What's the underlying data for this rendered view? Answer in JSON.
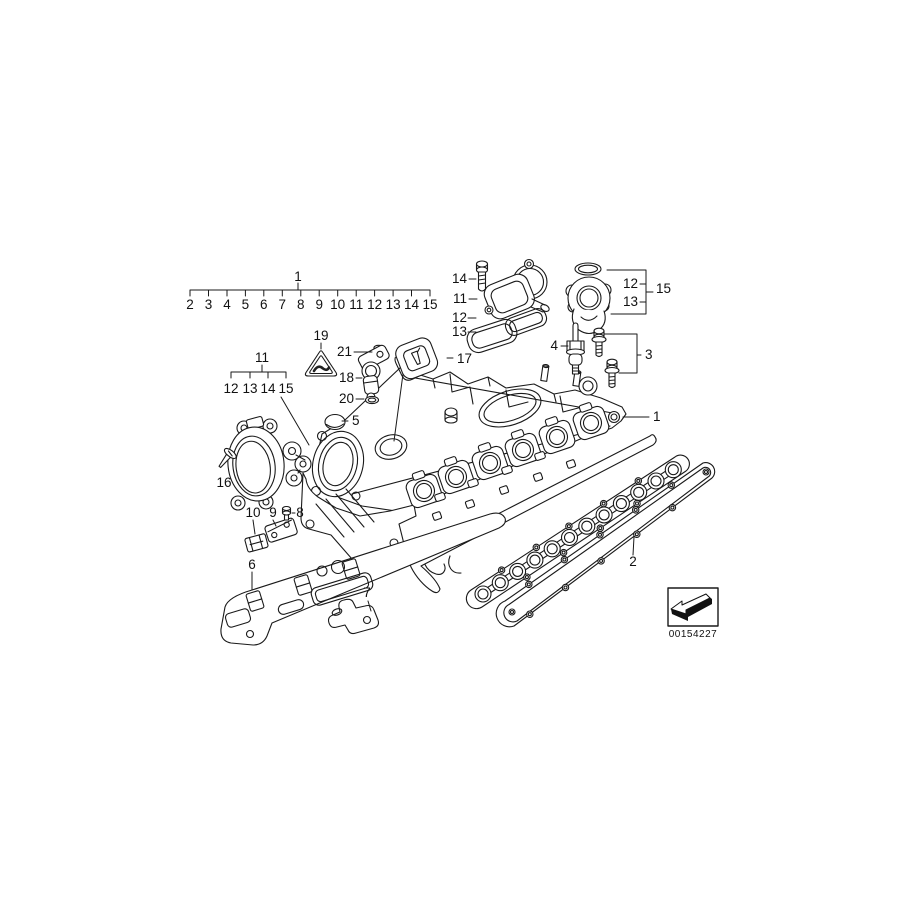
{
  "diagram": {
    "background_color": "#ffffff",
    "line_color": "#1a1a1a",
    "text_color": "#111111",
    "footer_code": "00154227"
  },
  "parts_ruler": {
    "label": "1",
    "ticks": [
      "2",
      "3",
      "4",
      "5",
      "6",
      "7",
      "8",
      "9",
      "10",
      "11",
      "12",
      "13",
      "14",
      "15"
    ]
  },
  "throttle_bracket": {
    "label": "11",
    "ticks": [
      "12",
      "13",
      "14",
      "15"
    ]
  },
  "vent_bracket": {
    "labels": [
      "12",
      "13"
    ],
    "group_label": "15"
  },
  "callouts": {
    "vent_cover_bolt": "14",
    "vent_cover": "11",
    "vent_cover_gasket": "12",
    "vent_lower_gasket": "13",
    "damper_stud": "4",
    "mount_bolts": "3",
    "cylinder_head_cover": "1",
    "profile_gasket": "2",
    "oil_filler_cap": "17",
    "blind_cap": "5",
    "warning_triangle": "19",
    "sensor_bolt": "21",
    "position_sensor": "18",
    "sensor_oring": "20",
    "throttle_screw": "16",
    "clip": "10",
    "holder_plate": "9",
    "holder_bolt": "8",
    "heat_shield": "6",
    "support_bracket": "7"
  }
}
